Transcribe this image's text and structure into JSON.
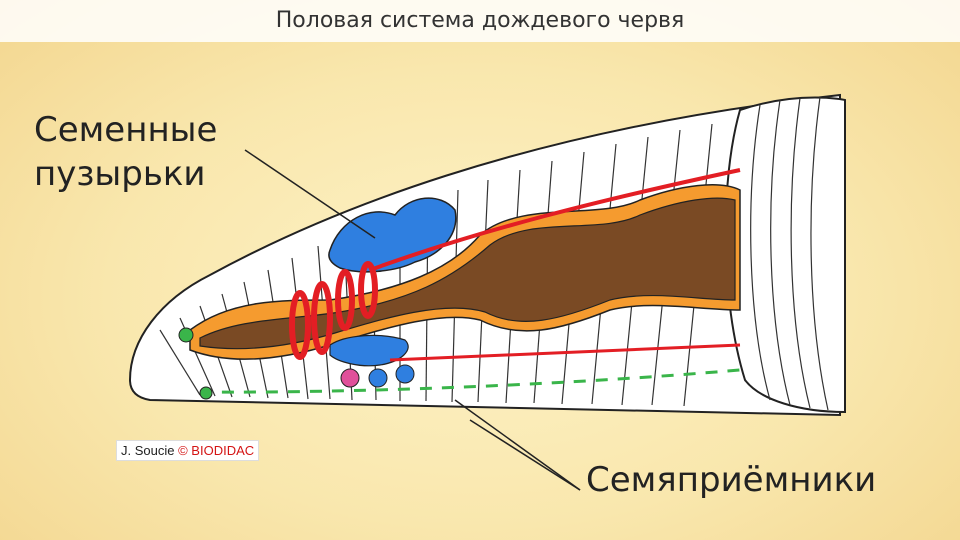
{
  "title": "Половая система дождевого червя",
  "labels": {
    "seminal_vesicles_line1": "Семенные",
    "seminal_vesicles_line2": "пузырьки",
    "seminal_receptacles": "Семяприёмники"
  },
  "credit": {
    "author": "J. Soucie",
    "mark": "© BIODIDAC"
  },
  "colors": {
    "gut_brown": "#7a4a24",
    "gut_orange": "#f59b2f",
    "vessel_red": "#e31e24",
    "vesicle_blue": "#2f7fe0",
    "receptacle_pink": "#e0509a",
    "nerve_green": "#3ab54a"
  }
}
